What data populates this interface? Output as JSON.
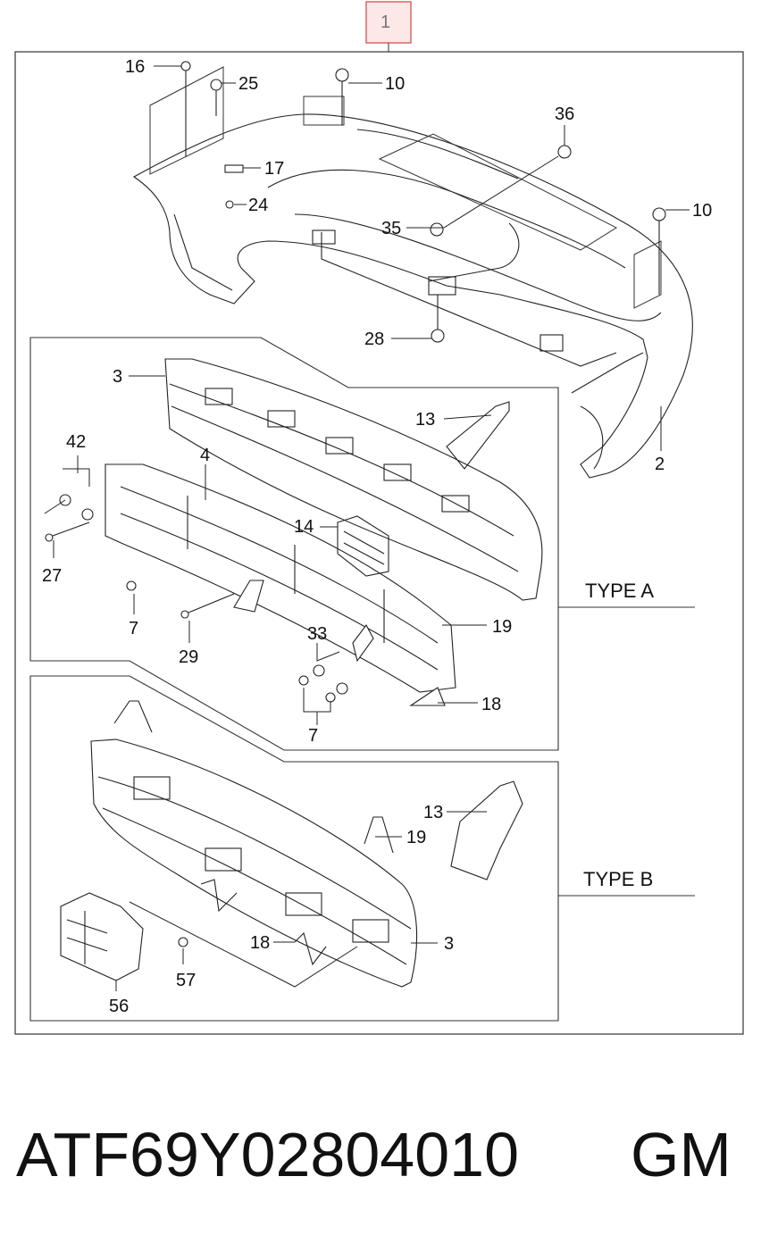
{
  "assembly_tag": "1",
  "callouts": {
    "c16": "16",
    "c25": "25",
    "c10a": "10",
    "c36": "36",
    "c17": "17",
    "c24": "24",
    "c10b": "10",
    "c35": "35",
    "c28": "28",
    "c2": "2",
    "a3": "3",
    "a13": "13",
    "a42": "42",
    "a4": "4",
    "a14": "14",
    "a27": "27",
    "a7": "7",
    "a29": "29",
    "a33": "33",
    "a19": "19",
    "a18": "18",
    "a7b": "7",
    "b13": "13",
    "b19": "19",
    "b18": "18",
    "b3": "3",
    "b57": "57",
    "b56": "56"
  },
  "type_a_label": "TYPE A",
  "type_b_label": "TYPE B",
  "part_number": "ATF69Y02804010",
  "brand": "GM"
}
